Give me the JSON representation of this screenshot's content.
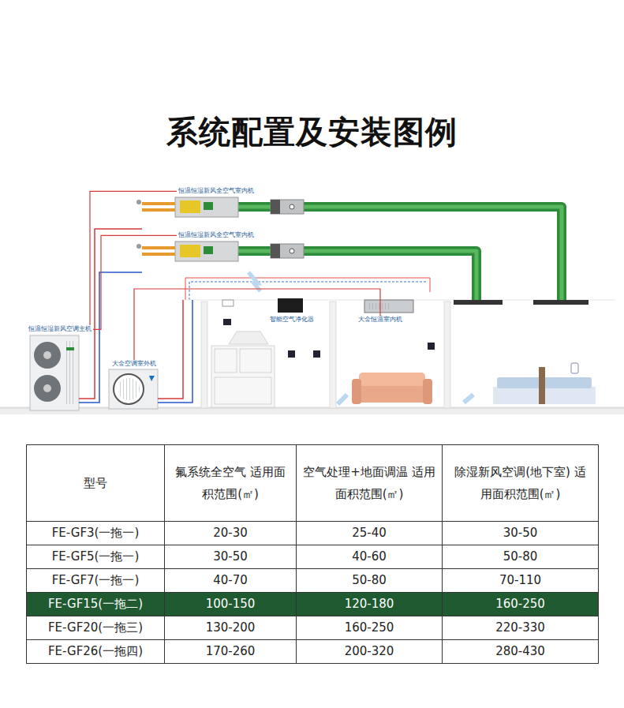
{
  "diagram": {
    "title": "系统配置及安装图例",
    "nodes": [
      {
        "text": [
          "恒温恒湿新风全空气室内机"
        ]
      },
      {
        "text": [
          "恒温恒湿新风全空气室内机"
        ]
      },
      {
        "text": [
          "恒温恒湿新风空调主机"
        ]
      },
      {
        "text": [
          "大金空调室外机"
        ]
      },
      {
        "text": [
          "智能空气净化器"
        ]
      },
      {
        "text": [
          "大金恒温室内机"
        ]
      }
    ],
    "edges": [
      {
        "from": 2,
        "to": 0,
        "arrow": "none"
      },
      {
        "from": 2,
        "to": 1,
        "arrow": "none"
      },
      {
        "from": 3,
        "to": 5,
        "arrow": "none"
      }
    ],
    "labels": [
      "型号",
      "氟系统全空气 适用面积范围(㎡)",
      "空气处理+地面调温 适用面积范围(㎡)",
      "除湿新风空调(地下室) 适用面积范围(㎡)",
      "FE-GF3(一拖一)",
      "20-30",
      "25-40",
      "30-50",
      "FE-GF5(一拖一)",
      "30-50",
      "40-60",
      "50-80",
      "FE-GF7(一拖一)",
      "40-70",
      "50-80",
      "70-110",
      "FE-GF15(一拖二)",
      "100-150",
      "120-180",
      "160-250",
      "FE-GF20(一拖三)",
      "130-200",
      "160-250",
      "220-330",
      "FE-GF26(一拖四)",
      "170-260",
      "200-320",
      "280-430"
    ]
  }
}
